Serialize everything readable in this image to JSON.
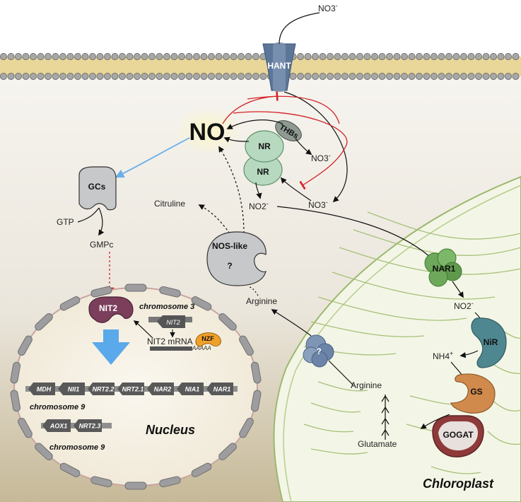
{
  "membrane": {
    "transporter": "HANT",
    "external_nitrate": "NO3",
    "nitrate_charge": "-"
  },
  "no_hub": {
    "label": "NO"
  },
  "enzymes": {
    "thbs": "THBs",
    "nr_top": "NR",
    "nr_bottom": "NR",
    "gcs": "GCs",
    "nos_like": "NOS-like",
    "nos_like_mark": "?",
    "plastid_transporter_mark": "?",
    "nar1": "NAR1",
    "nir": "NiR",
    "gs": "GS",
    "gogat": "GOGAT"
  },
  "metabolites": {
    "no3_a": "NO3",
    "no3_b": "NO3",
    "no2": "NO2",
    "no2_chloro": "NO2",
    "nh4": "NH4",
    "charge_minus": "-",
    "charge_plus": "+",
    "gtp": "GTP",
    "gmpc": "GMPc",
    "citruline": "Citruline",
    "arginine_cyto": "Arginine",
    "arginine_chloro": "Arginine",
    "glutamate": "Glutamate"
  },
  "nucleus": {
    "title": "Nucleus",
    "nit2": "NIT2",
    "chromosome3": "chromosome 3",
    "nit2_gene": "NIT2",
    "nit2_mrna": "NIT2 mRNA",
    "nzf": "NZF",
    "polya": "AAAAA",
    "chromosome9_a": "chromosome 9",
    "chromosome9_b": "chromosome 9",
    "genes_row1": [
      "MDH",
      "NII1",
      "NRT2.2",
      "NRT2.1",
      "NAR2",
      "NIA1",
      "NAR1"
    ],
    "genes_row2": [
      "AOX1",
      "NRT2.3"
    ]
  },
  "chloroplast": {
    "title": "Chloroplast"
  },
  "colors": {
    "no_glow": "#fbf6c8",
    "inhibition": "#d2232a",
    "activation_blue": "#6aaee8",
    "nucleus_arrow": "#5aa9ea",
    "nr_green": "#b7d9bf",
    "nar1_green": "#6ea85a",
    "nir_teal": "#4f8790",
    "gs_orange": "#cf8a4c",
    "gogat_red": "#8e3a3a",
    "nit2_purple": "#7b3f5c",
    "nzf_orange": "#f0a02a",
    "hant_blue": "#5c7699",
    "enzyme_grey": "#c7c8ca"
  }
}
